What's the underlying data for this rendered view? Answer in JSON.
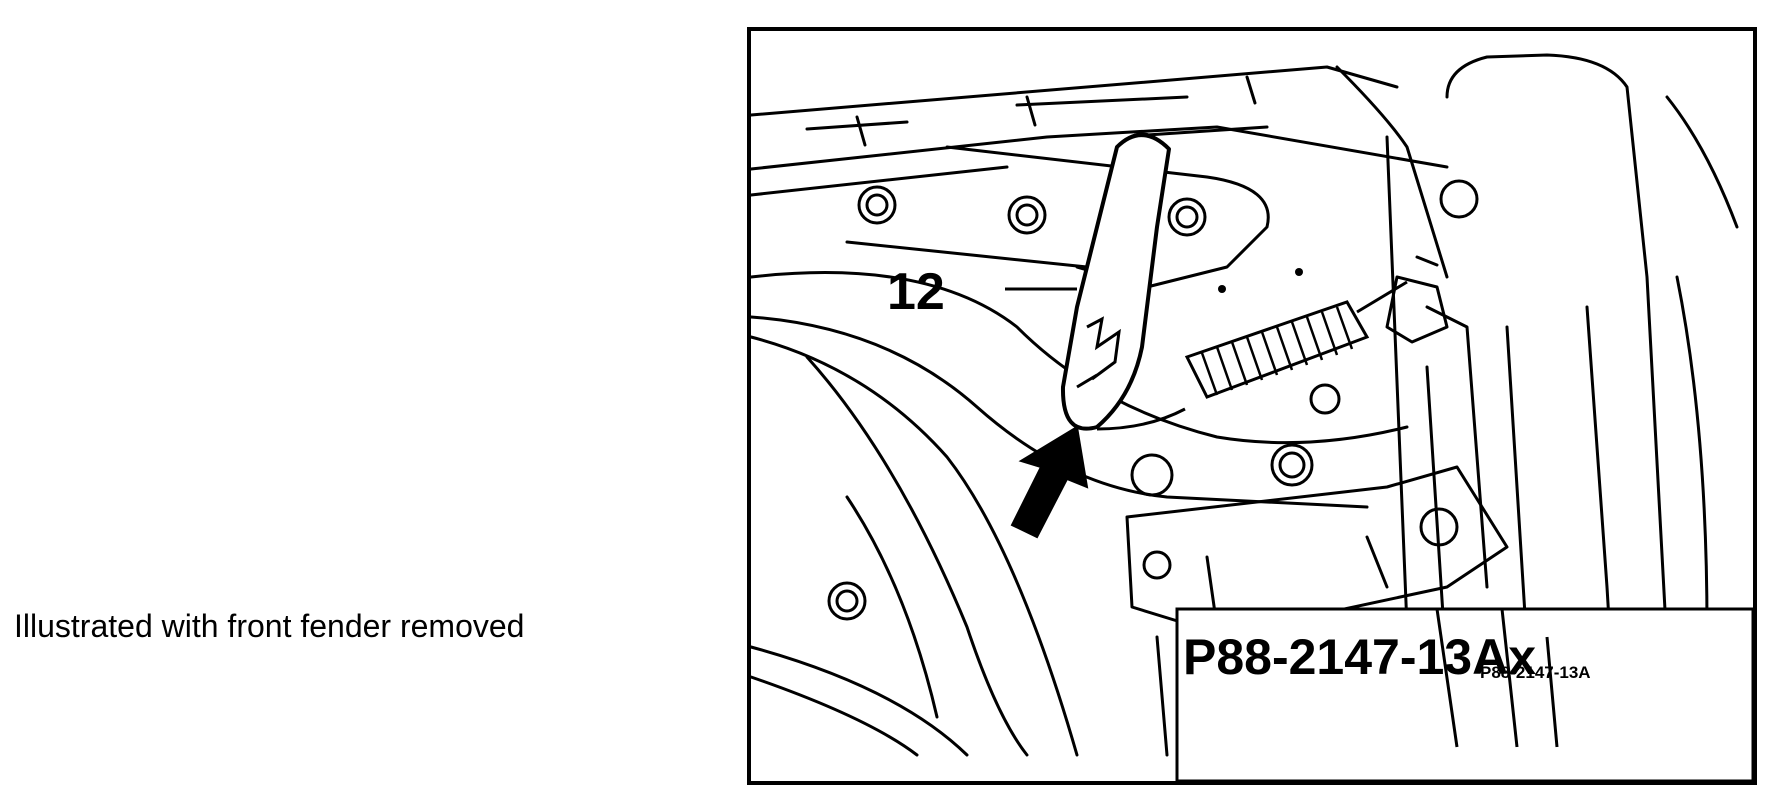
{
  "caption": "Illustrated with front fender removed",
  "figure": {
    "callout_label": "12",
    "code_label": "P88-2147-13Ax",
    "code_label_small": "P88-2147-13A"
  }
}
